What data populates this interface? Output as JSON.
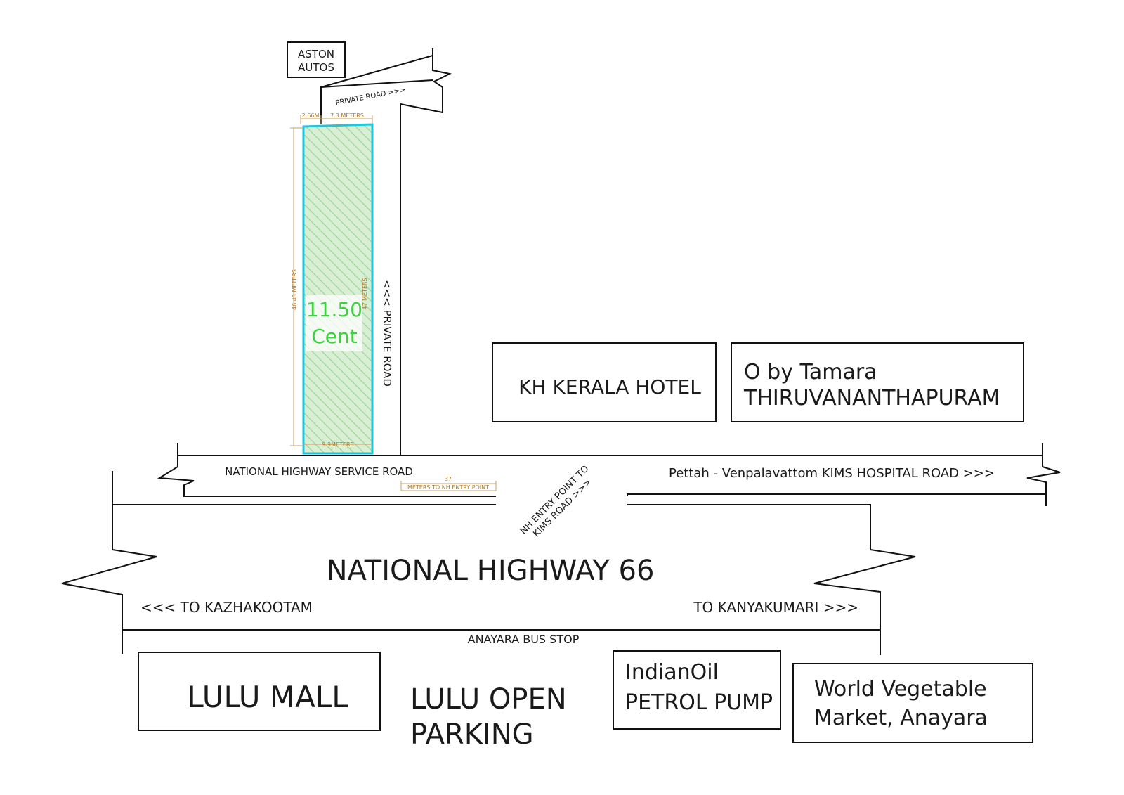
{
  "plot": {
    "area_value": "11.50",
    "area_unit": "Cent",
    "fill_color": "#d8efd4",
    "hatch_color": "#9cd49a",
    "border_color": "#22c4d8",
    "label_color": "#3dd13d"
  },
  "dimensions": {
    "top_small": "2.66M",
    "top": "7.3 METERS",
    "left": "46.43 METERS",
    "right": "47 METERS",
    "bottom": "9.9METERS",
    "nh_entry_distance_value": "37",
    "nh_entry_distance_label": "METERS TO NH ENTRY POINT"
  },
  "roads": {
    "private_road_top": "PRIVATE ROAD >>>",
    "private_road_side": "<<< PRIVATE ROAD",
    "service_road": "NATIONAL HIGHWAY SERVICE ROAD",
    "kims_road": "Pettah - Venpalavattom KIMS HOSPITAL ROAD >>>",
    "nh_entry_line1": "NH ENTRY POINT TO",
    "nh_entry_line2": "KIMS ROAD >>>",
    "highway": "NATIONAL HIGHWAY 66",
    "to_kazhakootam": "<<< TO KAZHAKOOTAM",
    "to_kanyakumari": "TO KANYAKUMARI >>>",
    "bus_stop": "ANAYARA BUS STOP"
  },
  "landmarks": {
    "aston_line1": "ASTON",
    "aston_line2": "AUTOS",
    "kh_kerala": "KH KERALA HOTEL",
    "tamara_line1": "O by Tamara",
    "tamara_line2": "THIRUVANANTHAPURAM",
    "lulu_mall": "LULU MALL",
    "lulu_parking_line1": "LULU OPEN",
    "lulu_parking_line2": "PARKING",
    "indianoil_line1": "IndianOil",
    "indianoil_line2": "PETROL PUMP",
    "vegetable_line1": "World Vegetable",
    "vegetable_line2": "Market, Anayara"
  },
  "colors": {
    "line": "#111111",
    "dimension": "#c8a060",
    "dimension_text": "#b07828"
  }
}
